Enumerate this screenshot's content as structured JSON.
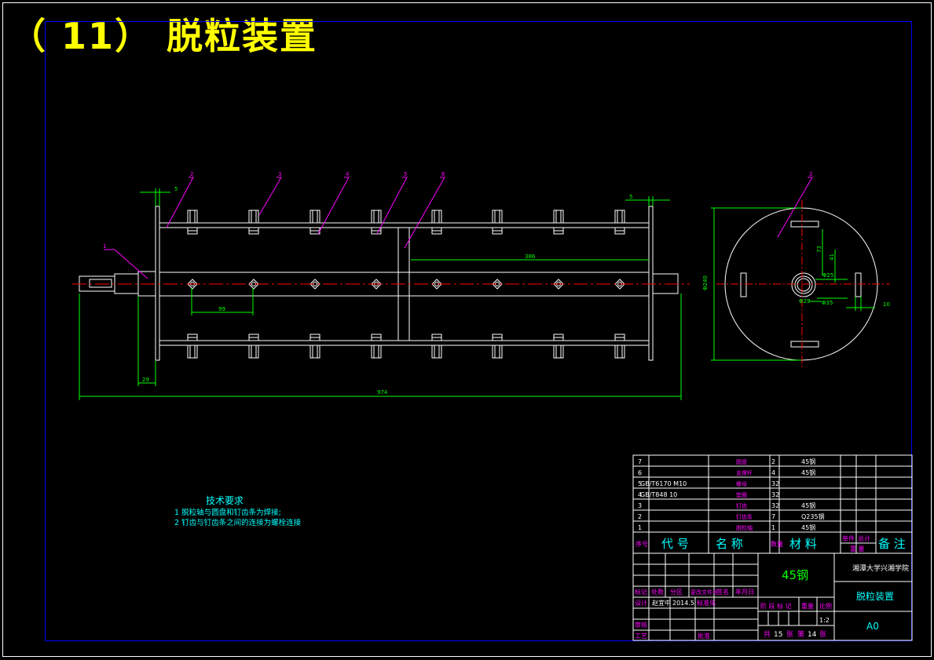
{
  "title": "（ 11） 脱粒装置",
  "colors": {
    "border": "#ffffff",
    "inner_border": "#0000ff",
    "part": "#ffffff",
    "dimension": "#00ff00",
    "centerline": "#ff0000",
    "leader": "#ff00ff",
    "table_text_white": "#ffffff",
    "table_text_cyan": "#00ffff",
    "table_text_magenta": "#ff00ff",
    "title_color": "#ffff00"
  },
  "front_view": {
    "leaders": [
      "1",
      "2",
      "3",
      "4",
      "5",
      "6"
    ],
    "dims": {
      "top_left_gap": "5",
      "top_right_gap": "5",
      "span_386": "386",
      "pitch_99": "99",
      "flange_29": "29",
      "overall_974": "974"
    }
  },
  "side_view": {
    "leader": "2",
    "dims": {
      "diameter_outer": "Φ240",
      "height_73": "73",
      "hub_Φ25": "Φ25",
      "hub_Φ29": "Φ29",
      "hub_Φ35": "Φ35",
      "slot_width": "10",
      "bar_41": "41"
    }
  },
  "tech_req": {
    "title": "技术要求",
    "items": [
      "1 脱粒轴与圆盘和钉齿条为焊接;",
      "2 钉齿与钉齿条之间的连接为螺栓连接"
    ]
  },
  "bom": {
    "rows": [
      {
        "no": "7",
        "code": "",
        "name": "圆盘",
        "qty": "2",
        "material": "45钢"
      },
      {
        "no": "6",
        "code": "",
        "name": "支撑杆",
        "qty": "4",
        "material": "45钢"
      },
      {
        "no": "5",
        "code": "GB/T6170 M10",
        "name": "螺母",
        "qty": "32",
        "material": ""
      },
      {
        "no": "4",
        "code": "GB/T848 10",
        "name": "垫圈",
        "qty": "32",
        "material": ""
      },
      {
        "no": "3",
        "code": "",
        "name": "钉齿",
        "qty": "32",
        "material": "45钢"
      },
      {
        "no": "2",
        "code": "",
        "name": "钉齿条",
        "qty": "7",
        "material": "Q235钢"
      },
      {
        "no": "1",
        "code": "",
        "name": "脱粒轴",
        "qty": "1",
        "material": "45钢"
      }
    ],
    "header": {
      "no": "序号",
      "code": "代 号",
      "name": "名 称",
      "qty": "数量",
      "material": "材 料",
      "unit_single": "单件",
      "unit_total": "总计",
      "weight": "重 量",
      "remark": "备 注"
    }
  },
  "title_block": {
    "material": "45钢",
    "school": "湘潭大学兴湘学院",
    "drawing_name": "脱粒装置",
    "paper": "A0",
    "scale": "1:2",
    "sheets_total_label": "共",
    "sheets_total": "15",
    "sheets_total_unit": "张",
    "sheet_label": "第",
    "sheet_no": "14",
    "sheet_unit": "张",
    "labels": {
      "mark": "标记",
      "count": "处数",
      "zone": "分区",
      "change_doc": "更改文件号",
      "sign": "签名",
      "date": "年月日",
      "design": "设计",
      "standardize": "标准化",
      "check": "审核",
      "process": "工艺",
      "approve": "批准",
      "stage_mark": "阶 段 标 记",
      "weight": "重量",
      "scale": "比例"
    },
    "designer": "赵宜中",
    "design_date": "2014.5"
  }
}
